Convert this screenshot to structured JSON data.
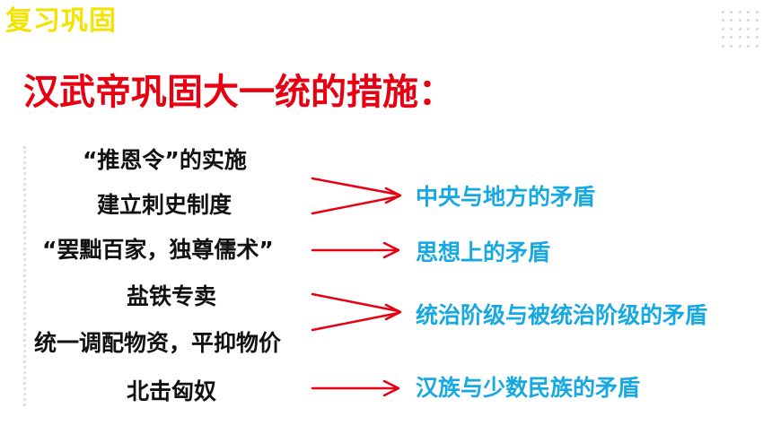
{
  "header": {
    "corner_title": "复习巩固"
  },
  "main": {
    "heading": "汉武帝巩固大一统的措施：",
    "measures": [
      "“推恩令”的实施",
      "建立刺史制度",
      "“罢黜百家，独尊儒术”",
      "盐铁专卖",
      "统一调配物资，平抑物价",
      "北击匈奴"
    ],
    "results": [
      "中央与地方的矛盾",
      "思想上的矛盾",
      "统治阶级与被统治阶级的矛盾",
      "汉族与少数民族的矛盾"
    ]
  },
  "colors": {
    "heading": "#e60012",
    "results": "#16a9e1",
    "arrows": "#e60012",
    "corner_title": "#f2e400"
  }
}
